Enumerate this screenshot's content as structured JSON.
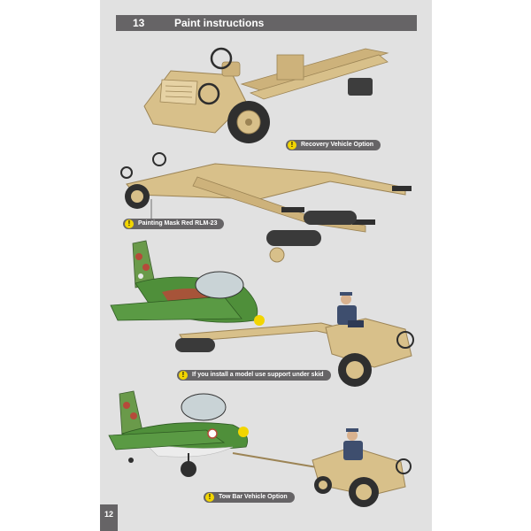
{
  "header": {
    "step_number": "13",
    "title": "Paint instructions"
  },
  "callouts": {
    "recovery": "Recovery Vehicle Option",
    "painting_mask": "Painting Mask Red RLM-23",
    "support": "If you install a model use support under skid",
    "tow_bar": "Tow Bar Vehicle Option"
  },
  "callout_icon": "!",
  "page_number": "12",
  "colors": {
    "page_bg": "#e1e1e1",
    "header_bg": "#666466",
    "warning_yellow": "#f2d500",
    "vehicle_sand": "#d8c08a",
    "aircraft_green": "#4f8f3a",
    "aircraft_red": "#b64a3a",
    "uniform_blue": "#3e4e6e"
  },
  "icons": [
    "warning-icon"
  ]
}
